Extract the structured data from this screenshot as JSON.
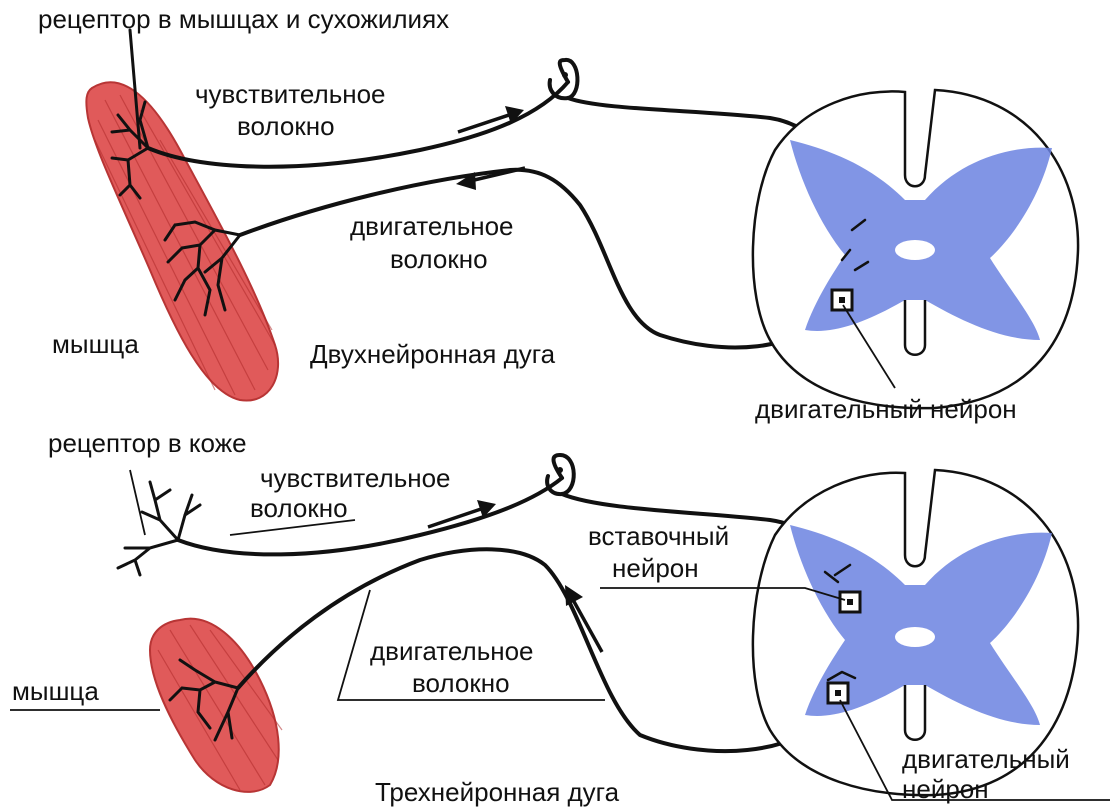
{
  "colors": {
    "muscle": "#e05a5a",
    "muscle_dark": "#c23b3b",
    "gray_matter": "#6b83e0",
    "ink": "#111111"
  },
  "top": {
    "receptor_label": "рецептор в мышцах и сухожилиях",
    "sensory_fiber_line1": "чувствительное",
    "sensory_fiber_line2": "волокно",
    "motor_fiber_line1": "двигательное",
    "motor_fiber_line2": "волокно",
    "muscle_label": "мышца",
    "arc_title": "Двухнейронная дуга",
    "motor_neuron_label": "двигательный нейрон"
  },
  "bottom": {
    "receptor_label": "рецептор в коже",
    "sensory_fiber_line1": "чувствительное",
    "sensory_fiber_line2": "волокно",
    "interneuron_line1": "вставочный",
    "interneuron_line2": "нейрон",
    "motor_fiber_line1": "двигательное",
    "motor_fiber_line2": "волокно",
    "muscle_label": "мышца",
    "arc_title": "Трехнейронная дуга",
    "motor_neuron_line1": "двигательный",
    "motor_neuron_line2": "нейрон"
  }
}
